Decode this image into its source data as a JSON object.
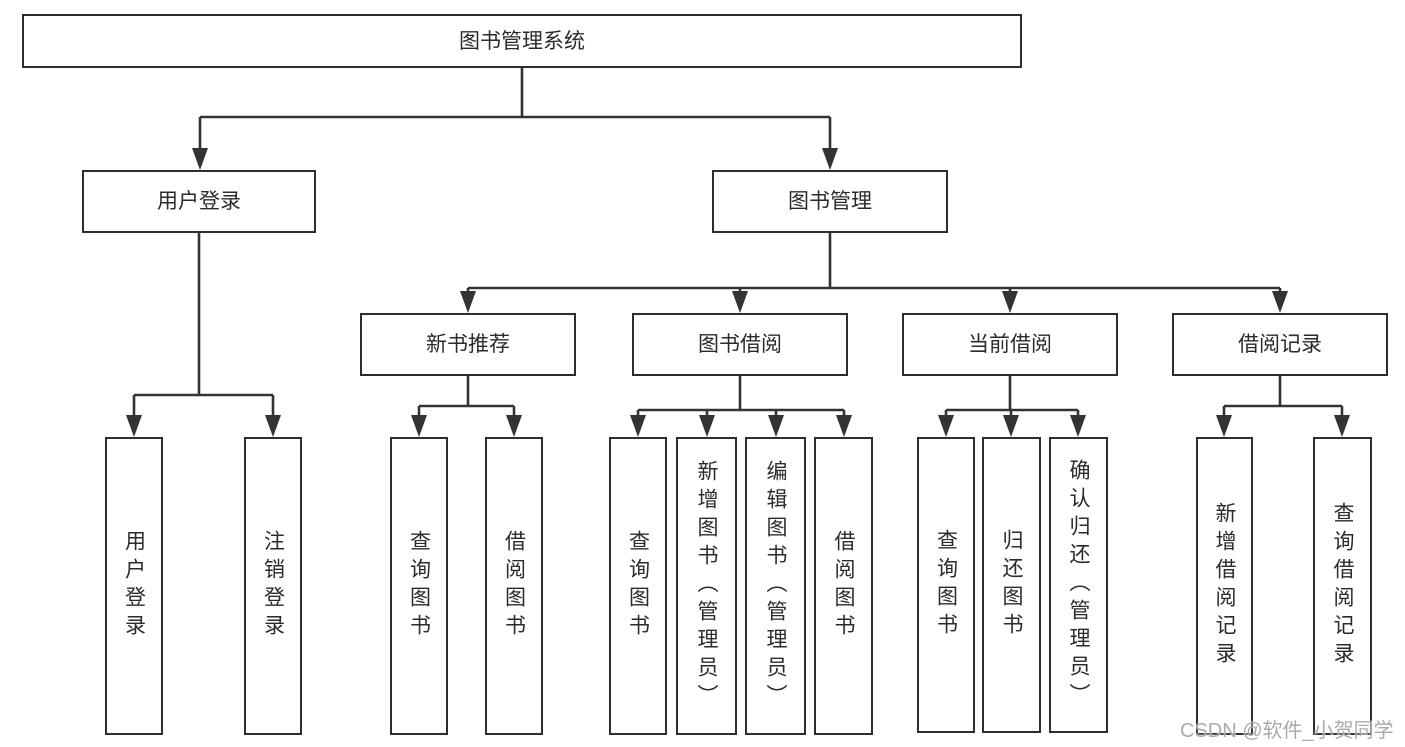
{
  "tree": {
    "label": "图书管理系统",
    "children": [
      {
        "label": "用户登录",
        "children": [
          {
            "label": "用户登录"
          },
          {
            "label": "注销登录"
          }
        ]
      },
      {
        "label": "图书管理",
        "children": [
          {
            "label": "新书推荐",
            "children": [
              {
                "label": "查询图书"
              },
              {
                "label": "借阅图书"
              }
            ]
          },
          {
            "label": "图书借阅",
            "children": [
              {
                "label": "查询图书"
              },
              {
                "label": "新增图书（管理员）"
              },
              {
                "label": "编辑图书（管理员）"
              },
              {
                "label": "借阅图书"
              }
            ]
          },
          {
            "label": "当前借阅",
            "children": [
              {
                "label": "查询图书"
              },
              {
                "label": "归还图书"
              },
              {
                "label": "确认归还（管理员）"
              }
            ]
          },
          {
            "label": "借阅记录",
            "children": [
              {
                "label": "新增借阅记录"
              },
              {
                "label": "查询借阅记录"
              }
            ]
          }
        ]
      }
    ]
  },
  "watermark": {
    "text": "CSDN @软件_小贺同学"
  },
  "colors": {
    "line": "#333333",
    "box_border": "#2e2e2e",
    "box_fill": "#ffffff",
    "text": "#2b2b2b",
    "watermark": "#a5a5a5"
  }
}
